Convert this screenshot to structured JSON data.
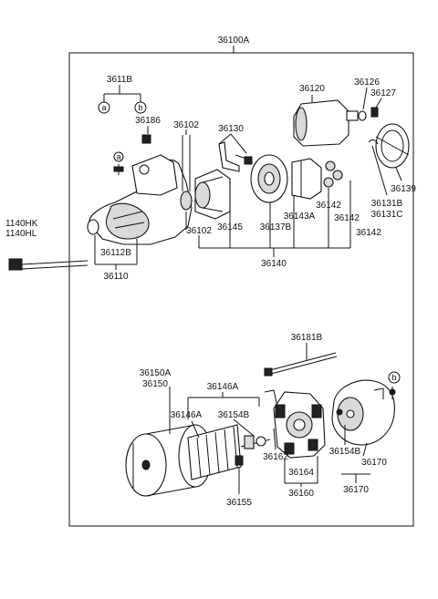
{
  "labels": {
    "assy": "36100A",
    "p3611B": "3611B",
    "markA": "a",
    "markB": "b",
    "p36186": "36186",
    "p36102a": "36102",
    "p36130": "36130",
    "p36120": "36120",
    "p36126": "36126",
    "p36127": "36127",
    "p36139": "36139",
    "p36131B": "36131B",
    "p36131C": "36131C",
    "p36142a": "36142",
    "p36142b": "36142",
    "p36142c": "36142",
    "p36143A": "36143A",
    "p36137B": "36137B",
    "p36145": "36145",
    "p36102b": "36102",
    "p36140": "36140",
    "p36112B": "36112B",
    "p36110": "36110",
    "p1140HK": "1140HK",
    "p1140HL": "1140HL",
    "p36181B": "36181B",
    "p36150A": "36150A",
    "p36150": "36150",
    "p36146Aa": "36146A",
    "p36146Ab": "36146A",
    "p36154Ba": "36154B",
    "p36154Bb": "36154B",
    "p36162": "36162",
    "p36164": "36164",
    "p36160": "36160",
    "p36155": "36155",
    "p36170a": "36170",
    "p36170b": "36170",
    "markA2": "a",
    "markB2": "b"
  }
}
